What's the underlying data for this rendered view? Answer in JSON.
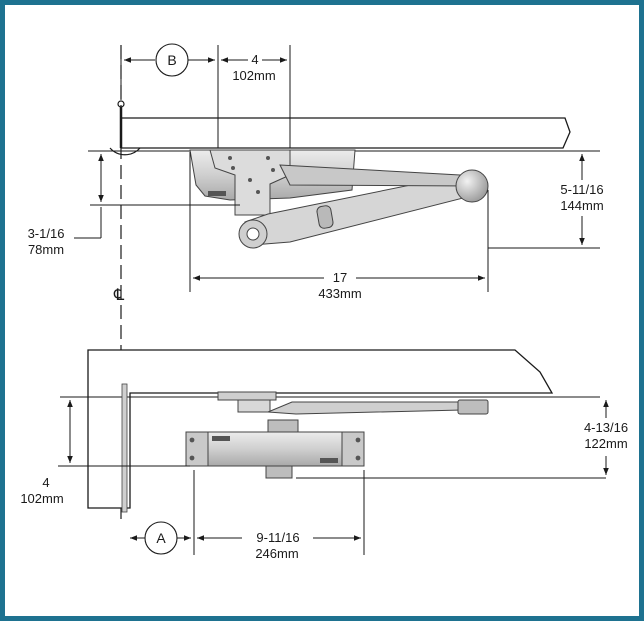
{
  "frame": {
    "border_color": "#1e7290"
  },
  "top_view": {
    "callout": "B",
    "dim_4": {
      "inch": "4",
      "mm": "102mm"
    },
    "dim_height": {
      "inch": "5-11/16",
      "mm": "144mm"
    },
    "dim_offset": {
      "inch": "3-1/16",
      "mm": "78mm"
    },
    "dim_length": {
      "inch": "17",
      "mm": "433mm"
    }
  },
  "centerline_symbol": "℄",
  "bottom_view": {
    "callout": "A",
    "dim_height": {
      "inch": "4-13/16",
      "mm": "122mm"
    },
    "dim_offset": {
      "inch": "4",
      "mm": "102mm"
    },
    "dim_length": {
      "inch": "9-11/16",
      "mm": "246mm"
    }
  },
  "colors": {
    "line": "#1a1a1a",
    "metal_light": "#d9d9d9",
    "metal_mid": "#bdbdbd",
    "metal_dark": "#8a8a8a"
  }
}
